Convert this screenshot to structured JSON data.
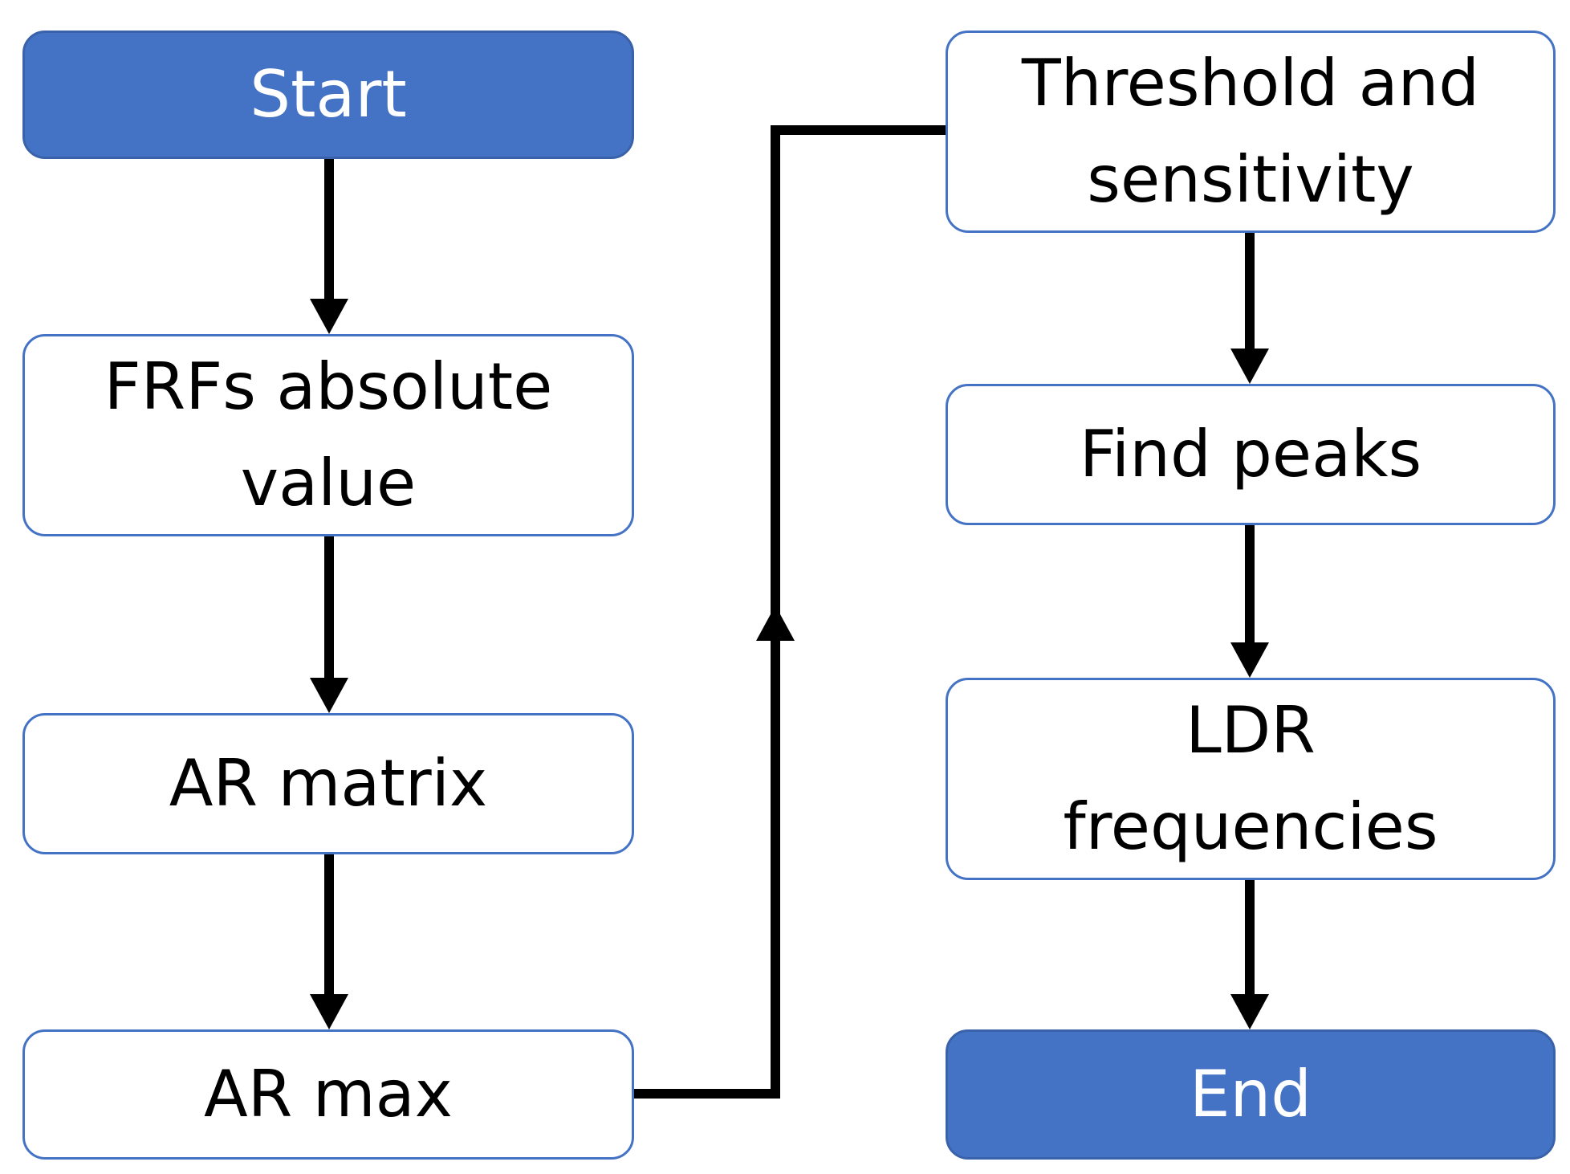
{
  "diagram": {
    "colors": {
      "terminal_fill": "#4472C4",
      "node_border": "#4472C4",
      "edge": "#000000"
    },
    "nodes": {
      "start": {
        "label": "Start"
      },
      "frfs_abs": {
        "label": "FRFs absolute\nvalue"
      },
      "ar_matrix": {
        "label": "AR matrix"
      },
      "ar_max": {
        "label": "AR max"
      },
      "threshold": {
        "label": "Threshold and\nsensitivity"
      },
      "find_peaks": {
        "label": "Find peaks"
      },
      "ldr_freq": {
        "label": "LDR\nfrequencies"
      },
      "end": {
        "label": "End"
      }
    },
    "edges": [
      {
        "from": "start",
        "to": "frfs_abs"
      },
      {
        "from": "frfs_abs",
        "to": "ar_matrix"
      },
      {
        "from": "ar_matrix",
        "to": "ar_max"
      },
      {
        "from": "ar_max",
        "to": "threshold"
      },
      {
        "from": "threshold",
        "to": "find_peaks"
      },
      {
        "from": "find_peaks",
        "to": "ldr_freq"
      },
      {
        "from": "ldr_freq",
        "to": "end"
      }
    ]
  }
}
